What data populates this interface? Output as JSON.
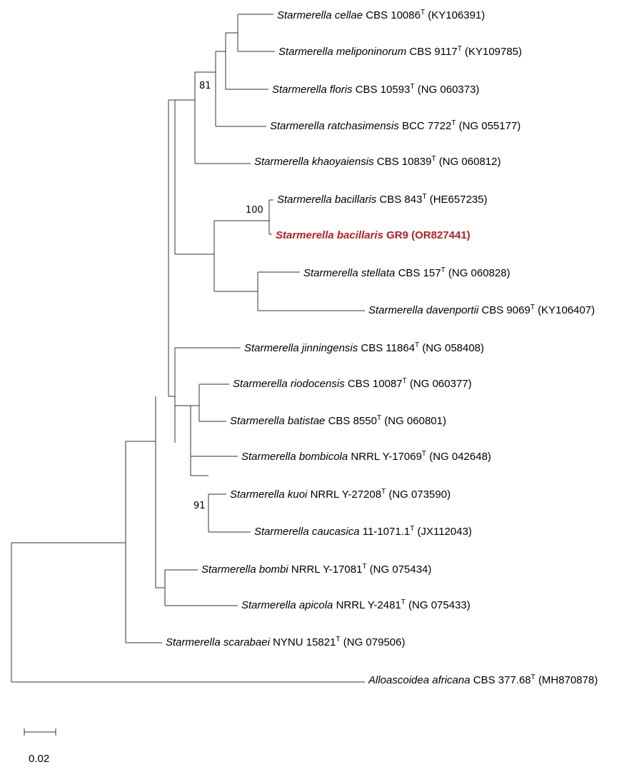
{
  "tree": {
    "line_color": "#333333",
    "highlight_color": "#b22222",
    "taxa": [
      {
        "species": "Starmerella cellae",
        "strain": "CBS 10086",
        "type_mark": "T",
        "accession": "(KY106391)",
        "highlight": false
      },
      {
        "species": "Starmerella meliponinorum",
        "strain": "CBS 9117",
        "type_mark": "T",
        "accession": "(KY109785)",
        "highlight": false
      },
      {
        "species": "Starmerella floris",
        "strain": "CBS 10593",
        "type_mark": "T",
        "accession": "(NG 060373)",
        "highlight": false
      },
      {
        "species": "Starmerella ratchasimensis",
        "strain": "BCC 7722",
        "type_mark": "T",
        "accession": "(NG 055177)",
        "highlight": false
      },
      {
        "species": "Starmerella khaoyaiensis",
        "strain": "CBS 10839",
        "type_mark": "T",
        "accession": "(NG 060812)",
        "highlight": false
      },
      {
        "species": "Starmerella bacillaris",
        "strain": "CBS 843",
        "type_mark": "T",
        "accession": "(HE657235)",
        "highlight": false
      },
      {
        "species": "Starmerella bacillaris",
        "strain": "GR9",
        "type_mark": "",
        "accession": "(OR827441)",
        "highlight": true
      },
      {
        "species": "Starmerella stellata",
        "strain": "CBS 157",
        "type_mark": "T",
        "accession": "(NG 060828)",
        "highlight": false
      },
      {
        "species": "Starmerella davenportii",
        "strain": "CBS 9069",
        "type_mark": "T",
        "accession": "(KY106407)",
        "highlight": false
      },
      {
        "species": "Starmerella jinningensis",
        "strain": "CBS 11864",
        "type_mark": "T",
        "accession": "(NG 058408)",
        "highlight": false
      },
      {
        "species": "Starmerella riodocensis",
        "strain": "CBS 10087",
        "type_mark": "T",
        "accession": "(NG 060377)",
        "highlight": false
      },
      {
        "species": "Starmerella batistae",
        "strain": "CBS 8550",
        "type_mark": "T",
        "accession": "(NG 060801)",
        "highlight": false
      },
      {
        "species": "Starmerella bombicola",
        "strain": "NRRL Y-17069",
        "type_mark": "T",
        "accession": "(NG 042648)",
        "highlight": false
      },
      {
        "species": "Starmerella kuoi",
        "strain": "NRRL Y-27208",
        "type_mark": "T",
        "accession": "(NG 073590)",
        "highlight": false
      },
      {
        "species": "Starmerella caucasica",
        "strain": "11-1071.1",
        "type_mark": "T",
        "accession": "(JX112043)",
        "highlight": false
      },
      {
        "species": "Starmerella bombi",
        "strain": "NRRL Y-17081",
        "type_mark": "T",
        "accession": "(NG 075434)",
        "highlight": false
      },
      {
        "species": "Starmerella apicola",
        "strain": "NRRL Y-2481",
        "type_mark": "T",
        "accession": "(NG 075433)",
        "highlight": false
      },
      {
        "species": "Starmerella scarabaei",
        "strain": "NYNU 15821",
        "type_mark": "T",
        "accession": "(NG 079506)",
        "highlight": false
      },
      {
        "species": "Alloascoidea africana",
        "strain": "CBS 377.68",
        "type_mark": "T",
        "accession": "(MH870878)",
        "highlight": false
      }
    ],
    "bootstrap_values": [
      "81",
      "100",
      "91"
    ],
    "scale_bar": {
      "label": "0.02",
      "length": 0.02
    }
  }
}
